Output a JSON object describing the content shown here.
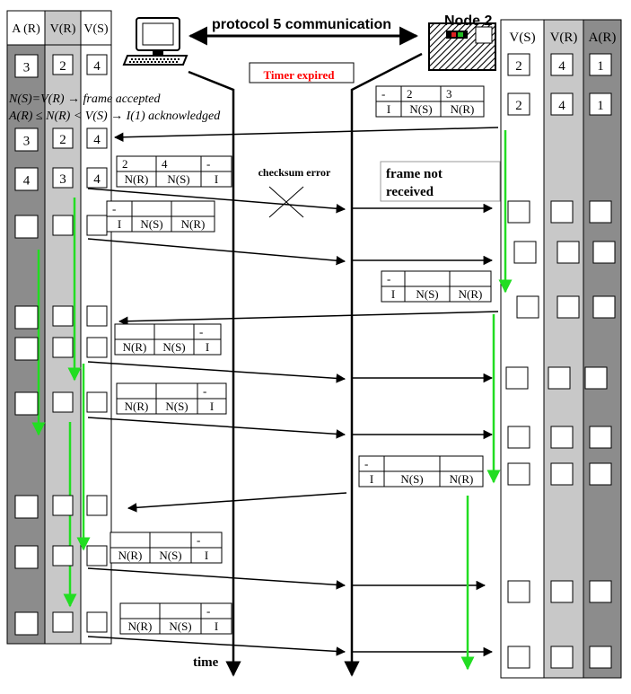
{
  "title": "protocol 5 communication",
  "node2_label": "Node 2",
  "timer_label": "Timer expired",
  "checksum_label": "checksum error",
  "frame_not_received": [
    "frame not",
    "received"
  ],
  "time_label": "time",
  "rule_lines": [
    "N(S)=V(R) → frame accepted",
    "A(R) ≤ N(R) < V(S) → I(1) acknowledged"
  ],
  "colors": {
    "dark_column": "#8c8c8c",
    "light_column": "#c8c8c8",
    "green_arrow": "#22dd22",
    "timer_text": "#ff0000"
  },
  "node1": {
    "headers": [
      "A (R)",
      "V(R)",
      "V(S)"
    ],
    "rows": [
      [
        "3",
        "2",
        "4"
      ],
      [
        "3",
        "2",
        "4"
      ],
      [
        "4",
        "3",
        "4"
      ],
      [
        "",
        "",
        ""
      ],
      [
        "",
        "",
        ""
      ],
      [
        "",
        "",
        ""
      ],
      [
        "",
        "",
        ""
      ],
      [
        "",
        "",
        ""
      ],
      [
        "",
        "",
        ""
      ],
      [
        "",
        "",
        ""
      ]
    ]
  },
  "node2": {
    "headers": [
      "V(S)",
      "V(R)",
      "A(R)"
    ],
    "rows": [
      [
        "2",
        "4",
        "1"
      ],
      [
        "2",
        "4",
        "1"
      ],
      [
        "",
        "",
        ""
      ],
      [
        "",
        "",
        ""
      ],
      [
        "",
        "",
        ""
      ],
      [
        "",
        "",
        ""
      ],
      [
        "",
        "",
        ""
      ],
      [
        "",
        "",
        ""
      ],
      [
        "",
        "",
        ""
      ],
      [
        "",
        "",
        ""
      ]
    ]
  },
  "frames": [
    {
      "top": [
        "-",
        "2",
        "3"
      ],
      "bottom": [
        "I",
        "N(S)",
        "N(R)"
      ]
    },
    {
      "top": [
        "2",
        "4",
        "-"
      ],
      "bottom": [
        "N(R)",
        "N(S)",
        "I"
      ]
    },
    {
      "top": [
        "-",
        "",
        ""
      ],
      "bottom": [
        "I",
        "N(S)",
        "N(R)"
      ]
    },
    {
      "top": [
        "-",
        "",
        ""
      ],
      "bottom": [
        "I",
        "N(S)",
        "N(R)"
      ]
    },
    {
      "top": [
        "",
        "",
        "-"
      ],
      "bottom": [
        "N(R)",
        "N(S)",
        "I"
      ]
    },
    {
      "top": [
        "",
        "",
        "-"
      ],
      "bottom": [
        "N(R)",
        "N(S)",
        "I"
      ]
    },
    {
      "top": [
        "-",
        "",
        ""
      ],
      "bottom": [
        "I",
        "N(S)",
        "N(R)"
      ]
    },
    {
      "top": [
        "",
        "",
        "-"
      ],
      "bottom": [
        "N(R)",
        "N(S)",
        "I"
      ]
    },
    {
      "top": [
        "",
        "",
        "-"
      ],
      "bottom": [
        "N(R)",
        "N(S)",
        "I"
      ]
    }
  ]
}
